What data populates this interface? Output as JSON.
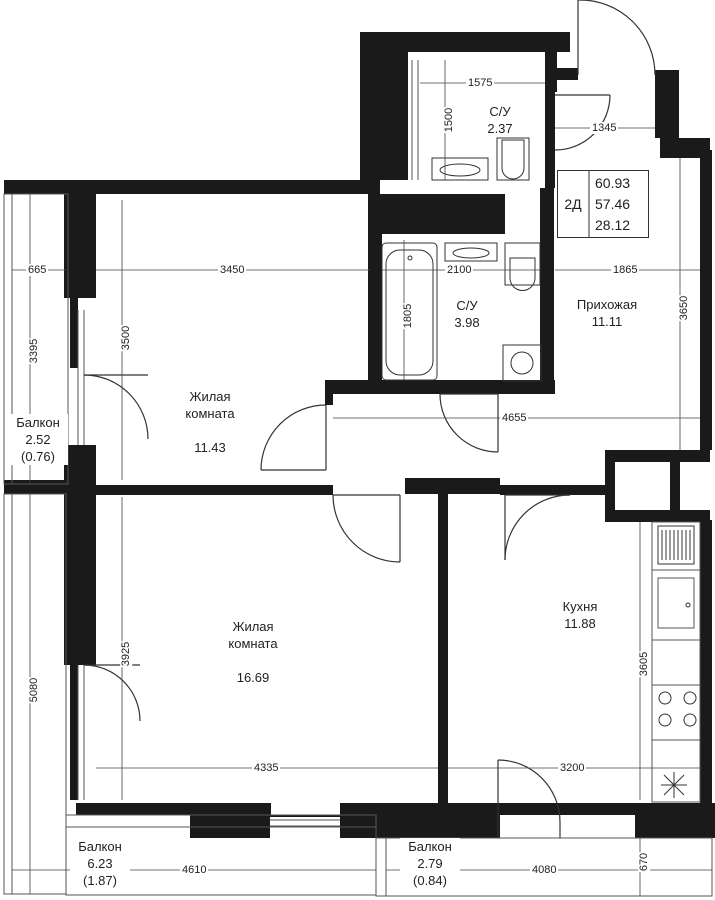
{
  "apartment": {
    "code": "2Д",
    "total_area": "60.93",
    "area_no_balcony": "57.46",
    "living_area": "28.12"
  },
  "rooms": [
    {
      "name": "С/У",
      "area": "2.37"
    },
    {
      "name": "С/У",
      "area": "3.98"
    },
    {
      "name": "Прихожая",
      "area": "11.11"
    },
    {
      "name": "Жилая\nкомната",
      "area": "11.43"
    },
    {
      "name": "Жилая\nкомната",
      "area": "16.69"
    },
    {
      "name": "Кухня",
      "area": "11.88"
    },
    {
      "name": "Балкон",
      "area": "2.52",
      "reduced": "(0.76)"
    },
    {
      "name": "Балкон",
      "area": "6.23",
      "reduced": "(1.87)"
    },
    {
      "name": "Балкон",
      "area": "2.79",
      "reduced": "(0.84)"
    }
  ],
  "dimensions": {
    "wc_small_w": "1575",
    "wc_small_h": "1500",
    "corridor_top": "1345",
    "balcony_small_w": "665",
    "room1_w": "3450",
    "bath_w": "2100",
    "hall_w": "1865",
    "balcony_small_h": "3395",
    "room1_h": "3500",
    "bath_h": "1805",
    "hall_h": "3650",
    "hall_long": "4655",
    "room2_h": "3925",
    "balcony_big_h": "5080",
    "room2_w": "4335",
    "kitchen_w": "3200",
    "kitchen_h": "3605",
    "balcony_big_w": "4610",
    "balcony_kitchen_w": "4080",
    "balcony_kitchen_h": "670"
  },
  "colors": {
    "wall": "#1a1a1a",
    "line": "#333333",
    "thin": "#555555"
  }
}
